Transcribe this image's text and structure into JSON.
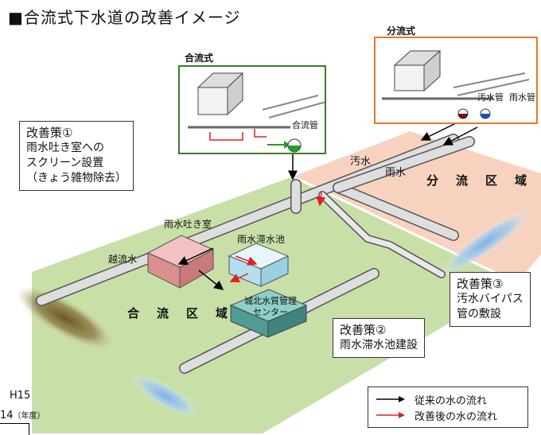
{
  "title": "■合流式下水道の改善イメージ",
  "combined_box": {
    "label": "合流式",
    "pipe_label": "合流管"
  },
  "separate_box": {
    "label": "分流式",
    "sewage_pipe_label": "汚水管",
    "rain_pipe_label": "雨水管"
  },
  "measures": [
    {
      "title": "改善策①",
      "lines": [
        "雨水吐き室への",
        "スクリーン設置",
        "（きょう雑物除去）"
      ]
    },
    {
      "title": "改善策②",
      "lines": [
        "雨水滞水池建設"
      ]
    },
    {
      "title": "改善策③",
      "lines": [
        "汚水バイパス",
        "管の敷設"
      ]
    }
  ],
  "labels": {
    "sewage": "汚水",
    "rain": "雨水",
    "separate_area": "分流区域",
    "combined_area": "合流区域",
    "rain_outlet_chamber": "雨水吐き室",
    "overflow": "越流水",
    "retention_pond": "雨水滞水池",
    "treatment_center": [
      "城北水質管理",
      "センター"
    ]
  },
  "year_note": {
    "line1": "H15",
    "line2": "14",
    "unit": "（年度）"
  },
  "legend": [
    {
      "label": "従来の水の流れ",
      "color": "#000000"
    },
    {
      "label": "改善後の水の流れ",
      "color": "#e02020"
    }
  ],
  "colors": {
    "combined_area": "#c9dfa8",
    "separate_area": "#f7d3bf",
    "combined_box_border": "#3a7d2a",
    "separate_box_border": "#e8772e",
    "improved_flow": "#e02020",
    "conventional_flow": "#000000"
  }
}
